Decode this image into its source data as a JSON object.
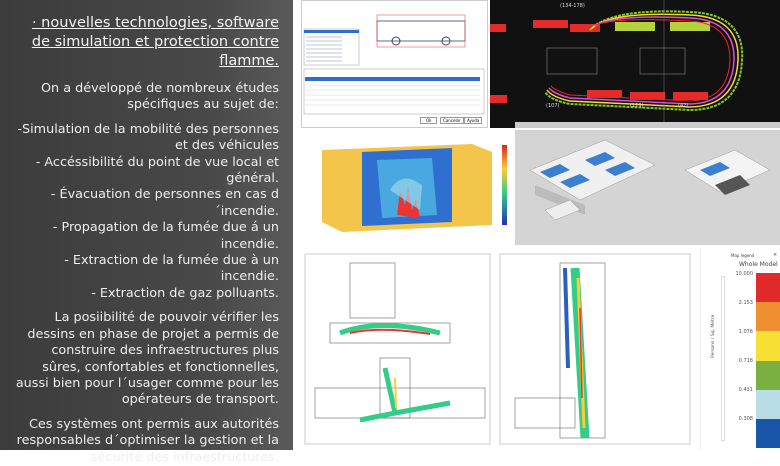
{
  "text_panel": {
    "title": "· nouvelles technologies, software de simulation et protection contre flamme.",
    "intro": "On a développé de nombreux études spécifiques au sujet de:",
    "items": [
      "-Simulation de la mobilité des personnes et des véhicules",
      "- Accéssibilité du point de vue local et général.",
      "- Évacuation de personnes en cas d´incendie.",
      "- Propagation de la fumée due á un incendie.",
      "- Extraction de la fumée due à un incendie.",
      "- Extraction de gaz polluants."
    ],
    "paragraph1": "La posiibilité de pouvoir vérifier les dessins en phase de projet a permis de construire des infraestructures plus sûres, confortables et fonctionnelles, aussi bien pour l´usager comme pour les opérateurs de transport.",
    "paragraph2": "Ces systèmes ont permis aux autorités responsables d´optimiser la gestion et la sécurité des infraestructures."
  },
  "bus_map": {
    "labels": [
      "(134-178)",
      "(107)",
      "(129)",
      "(42)"
    ]
  },
  "software_dialog": {
    "ok": "Ok",
    "cancel": "Cancelar",
    "help": "Ayuda"
  },
  "map_legend": {
    "title": "Map legend",
    "model": "Whole Model",
    "axis_label": "Persons / Sq. Metre",
    "values": [
      "10.000",
      "2.153",
      "1.076",
      "0.718",
      "0.431",
      "0.308"
    ],
    "colors": [
      "#e12a2a",
      "#ef9030",
      "#f7e033",
      "#7ab040",
      "#b8dde6",
      "#1a56a8"
    ]
  }
}
